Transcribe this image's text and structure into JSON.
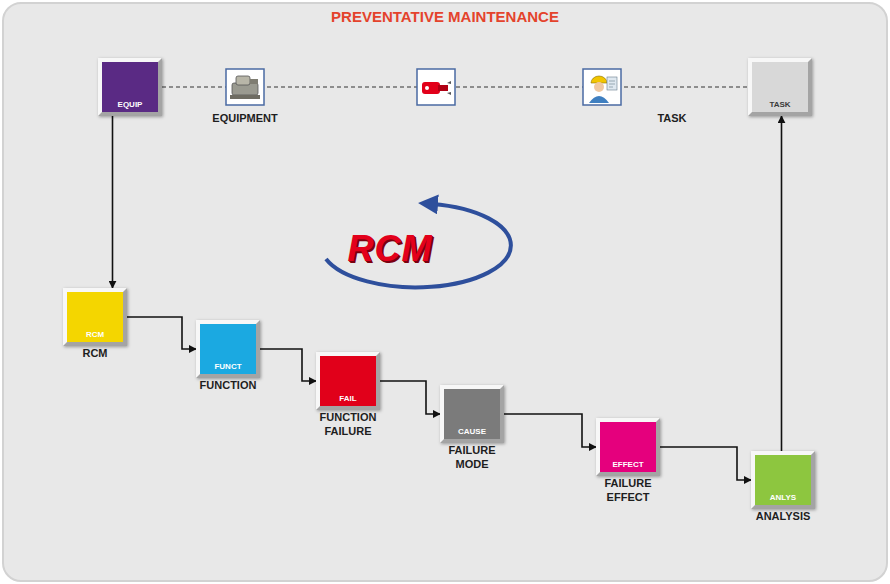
{
  "diagram": {
    "title": "PREVENTATIVE MAINTENANCE",
    "nodes": [
      {
        "text": [
          "EQUIP"
        ]
      },
      {
        "text": [
          "TASK"
        ]
      },
      {
        "text": [
          "RCM",
          "RCM"
        ]
      },
      {
        "text": [
          "FUNCT",
          "FUNCTION"
        ]
      },
      {
        "text": [
          "FAIL",
          "FUNCTION FAILURE"
        ]
      },
      {
        "text": [
          "CAUSE",
          "FAILURE MODE"
        ]
      },
      {
        "text": [
          "EFFECT",
          "FAILURE EFFECT"
        ]
      },
      {
        "text": [
          "ANLYS",
          "ANALYSIS"
        ]
      }
    ],
    "edges": [
      {
        "from": 0,
        "to": 1,
        "arrow": "none"
      },
      {
        "from": 0,
        "to": 2,
        "arrow": "to"
      },
      {
        "from": 2,
        "to": 3,
        "arrow": "to"
      },
      {
        "from": 3,
        "to": 4,
        "arrow": "to"
      },
      {
        "from": 4,
        "to": 5,
        "arrow": "to"
      },
      {
        "from": 5,
        "to": 6,
        "arrow": "to"
      },
      {
        "from": 6,
        "to": 7,
        "arrow": "to"
      },
      {
        "from": 7,
        "to": 1,
        "arrow": "to"
      }
    ],
    "labels": [
      "EQUIPMENT",
      "TASK",
      "RCM"
    ]
  }
}
